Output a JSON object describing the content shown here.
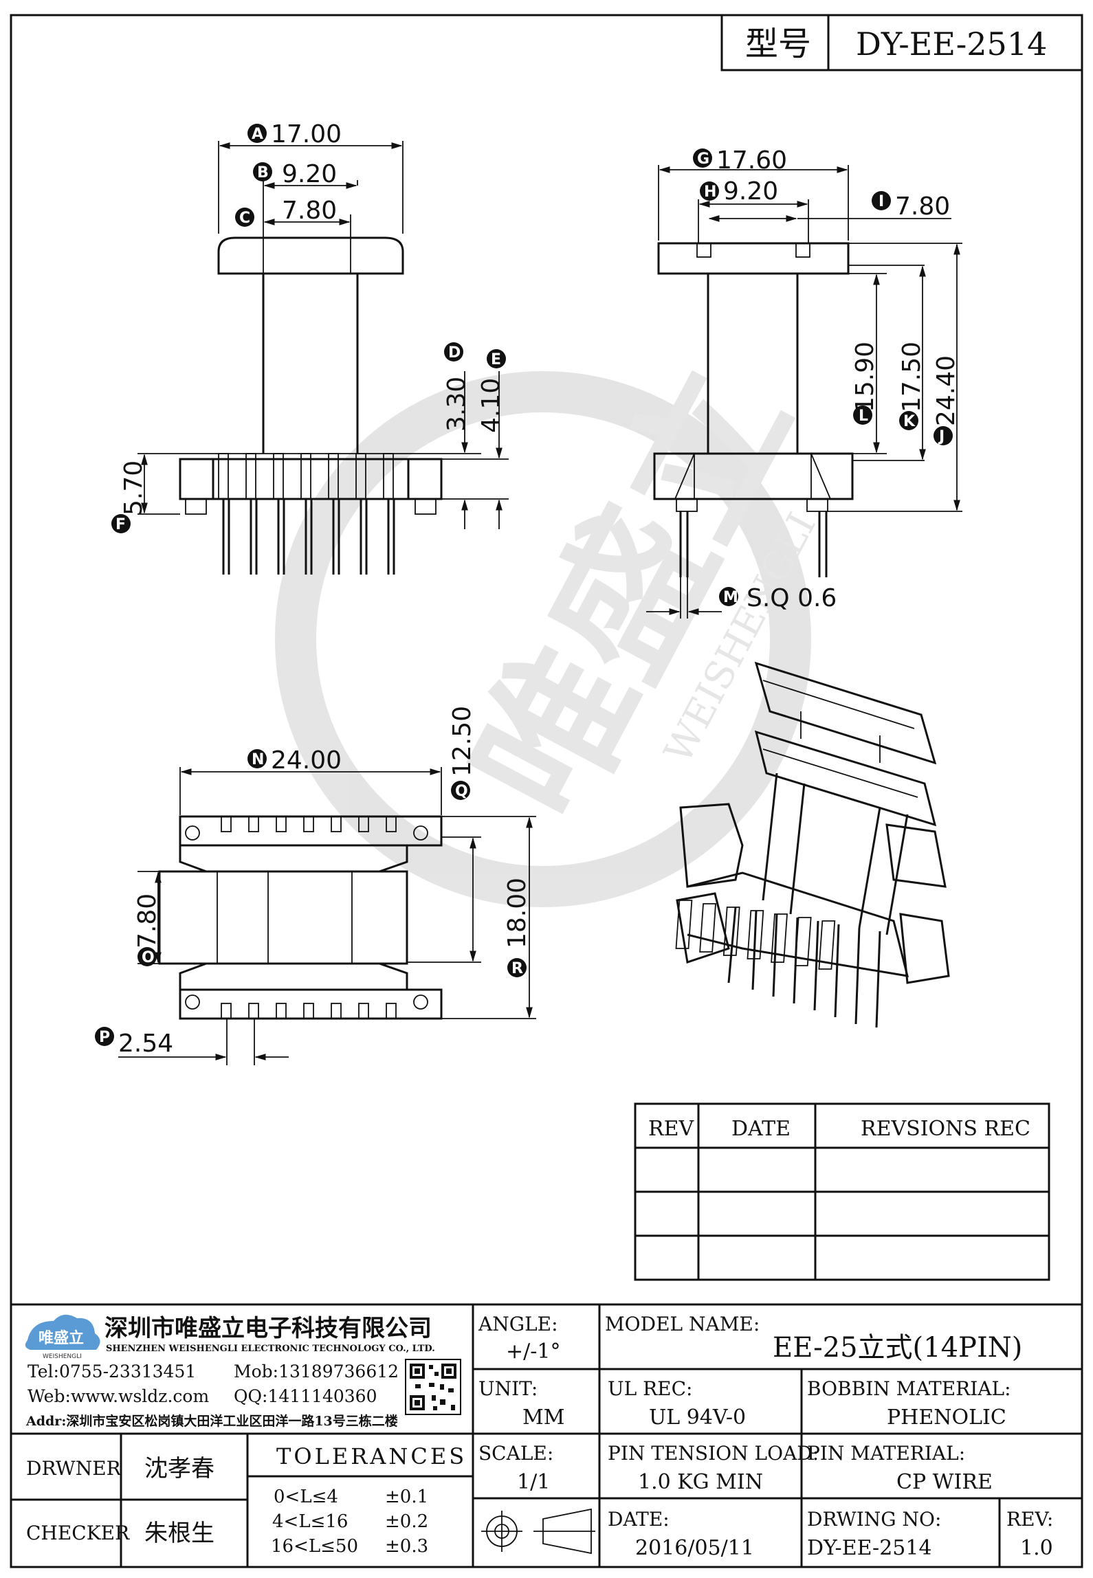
{
  "header": {
    "model_label": "型号",
    "model_value": "DY-EE-2514"
  },
  "dims": {
    "A": {
      "letter": "A",
      "value": "17.00"
    },
    "B": {
      "letter": "B",
      "value": "9.20"
    },
    "C": {
      "letter": "C",
      "value": "7.80"
    },
    "D": {
      "letter": "D",
      "value": "3.30"
    },
    "E": {
      "letter": "E",
      "value": "4.10"
    },
    "F": {
      "letter": "F",
      "value": "5.70"
    },
    "G": {
      "letter": "G",
      "value": "17.60"
    },
    "H": {
      "letter": "H",
      "value": "9.20"
    },
    "I": {
      "letter": "I",
      "value": "7.80"
    },
    "J": {
      "letter": "J",
      "value": "24.40"
    },
    "K": {
      "letter": "K",
      "value": "17.50"
    },
    "L": {
      "letter": "L",
      "value": "15.90"
    },
    "M": {
      "letter": "M",
      "value": "S.Q  0.6"
    },
    "N": {
      "letter": "N",
      "value": "24.00"
    },
    "O": {
      "letter": "O",
      "value": "7.80"
    },
    "P": {
      "letter": "P",
      "value": "2.54"
    },
    "Q": {
      "letter": "Q",
      "value": "12.50"
    },
    "R": {
      "letter": "R",
      "value": "18.00"
    }
  },
  "watermark": {
    "text": "唯盛立",
    "sub": "WEISHENGLI"
  },
  "revision_table": {
    "headers": [
      "REV",
      "DATE",
      "REVSIONS REC"
    ],
    "rows": [
      [
        "",
        "",
        ""
      ],
      [
        "",
        "",
        ""
      ],
      [
        "",
        "",
        ""
      ]
    ]
  },
  "title_block": {
    "company_cn": "深圳市唯盛立电子科技有限公司",
    "company_en": "SHENZHEN WEISHENGLI ELECTRONIC TECHNOLOGY CO., LTD.",
    "logo_text": "唯盛立",
    "logo_sub": "WEISHENGLI",
    "tel": "Tel:0755-23313451",
    "mob": "Mob:13189736612",
    "web": "Web:www.wsldz.com",
    "qq": "QQ:1411140360",
    "addr": "Addr:深圳市宝安区松岗镇大田洋工业区田洋一路13号三栋二楼",
    "angle_label": "ANGLE:",
    "angle_value": "+/-1°",
    "model_name_label": "MODEL NAME:",
    "model_name_value": "EE-25立式(14PIN)",
    "unit_label": "UNIT:",
    "unit_value": "MM",
    "ul_label": "UL REC:",
    "ul_value": "UL 94V-0",
    "bobbin_label": "BOBBIN MATERIAL:",
    "bobbin_value": "PHENOLIC",
    "drawer_label": "DRWNER",
    "drawer_value": "沈孝春",
    "checker_label": "CHECKER",
    "checker_value": "朱根生",
    "tolerances_label": "TOLERANCES",
    "tol_rows": [
      {
        "range": "0<L≤4",
        "tol": "±0.1"
      },
      {
        "range": "4<L≤16",
        "tol": "±0.2"
      },
      {
        "range": "16<L≤50",
        "tol": "±0.3"
      }
    ],
    "scale_label": "SCALE:",
    "scale_value": "1/1",
    "tension_label": "PIN TENSION LOAD:",
    "tension_value": "1.0 KG MIN",
    "pin_mat_label": "PIN MATERIAL:",
    "pin_mat_value": "CP WIRE",
    "date_label": "DATE:",
    "date_value": "2016/05/11",
    "drwing_label": "DRWING NO:",
    "drwing_value": "DY-EE-2514",
    "rev_label": "REV:",
    "rev_value": "1.0"
  }
}
